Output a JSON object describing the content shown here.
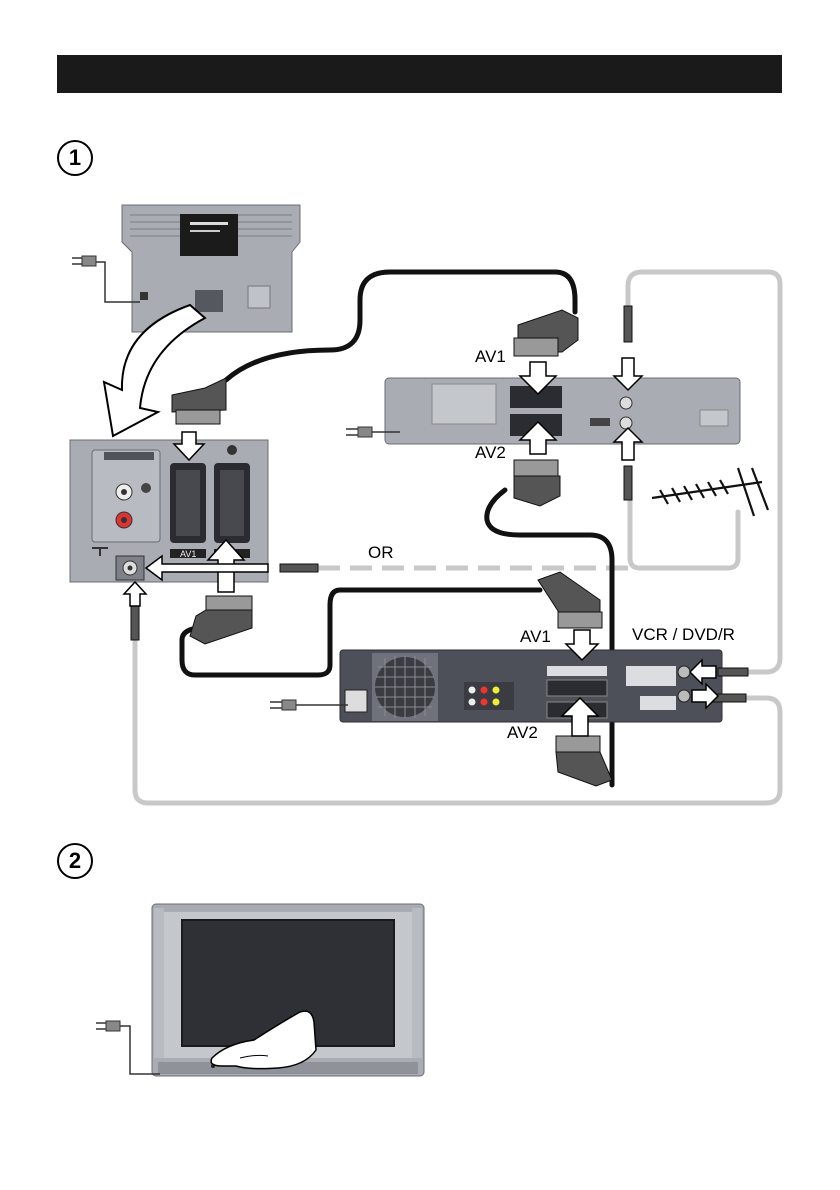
{
  "steps": [
    {
      "number": "1"
    },
    {
      "number": "2"
    }
  ],
  "labels": {
    "receiver_av1": "AV1",
    "receiver_av2": "AV2",
    "or": "OR",
    "recorder_av1": "AV1",
    "recorder_av2": "AV2",
    "recorder_name": "VCR / DVD/R",
    "tv_panel_av1": "AV1"
  },
  "colors": {
    "header": "#1a1a1a",
    "device_body": "#a9acb3",
    "device_dark": "#4d5058",
    "cable": "#111111",
    "antenna_cable": "#c8c8c8"
  }
}
